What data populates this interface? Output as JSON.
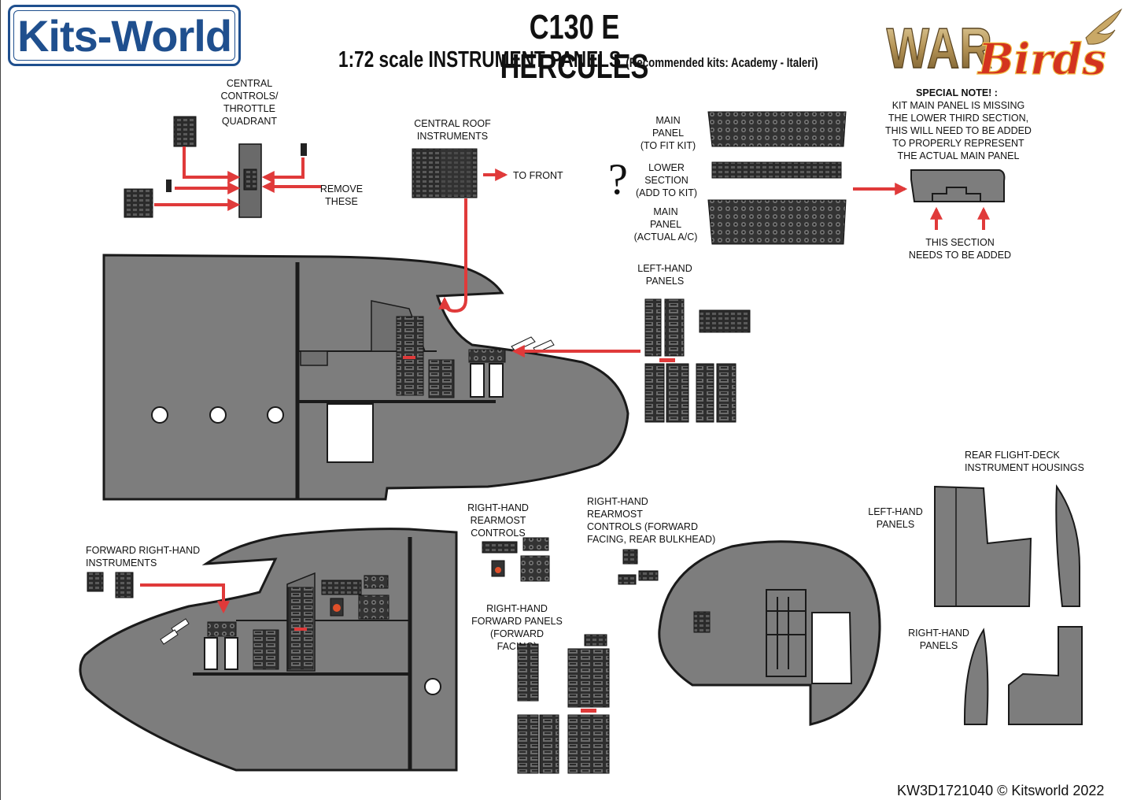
{
  "brand": {
    "logo_text": "Kits-World",
    "partner_logo": "WarBirds"
  },
  "title": "C130 E HERCULES",
  "subtitle": {
    "main": "1:72 scale INSTRUMENT  PANELS",
    "recommended": "(Recommended kits: Academy - Italeri)"
  },
  "labels": {
    "central_controls": "CENTRAL\nCONTROLS/\nTHROTTLE\nQUADRANT",
    "remove_these": "REMOVE\nTHESE",
    "central_roof": "CENTRAL ROOF\nINSTRUMENTS",
    "to_front": "TO FRONT",
    "main_panel_kit": "MAIN\nPANEL\n(TO FIT KIT)",
    "lower_section": "LOWER\nSECTION\n(ADD TO KIT)",
    "main_panel_actual": "MAIN\nPANEL\n(ACTUAL A/C)",
    "question_mark": "?",
    "special_note_title": "SPECIAL NOTE! :",
    "special_note_body": "KIT MAIN PANEL IS MISSING\nTHE LOWER THIRD SECTION,\nTHIS WILL NEED TO BE ADDED\nTO PROPERLY REPRESENT\nTHE ACTUAL MAIN PANEL",
    "section_added": "THIS SECTION\nNEEDS TO BE ADDED",
    "left_hand_panels": "LEFT-HAND\nPANELS",
    "forward_right_hand": "FORWARD RIGHT-HAND\nINSTRUMENTS",
    "rh_rearmost_controls": "RIGHT-HAND\nREARMOST\nCONTROLS",
    "rh_rearmost_forward": "RIGHT-HAND\nREARMOST\nCONTROLS (FORWARD\nFACING, REAR BULKHEAD)",
    "rh_forward_panels": "RIGHT-HAND\nFORWARD PANELS\n(FORWARD FACING)",
    "rear_flight_deck": "REAR FLIGHT-DECK\nINSTRUMENT HOUSINGS",
    "rear_left_hand": "LEFT-HAND\nPANELS",
    "rear_right_hand": "RIGHT-HAND\nPANELS"
  },
  "footer": "KW3D1721040 © Kitsworld 2022",
  "colors": {
    "arrow": "#e03a3a",
    "fuselage": "#7d7d7d",
    "outline": "#1a1a1a",
    "logo": "#1f4f8e",
    "panel": "#2b2b2b"
  }
}
